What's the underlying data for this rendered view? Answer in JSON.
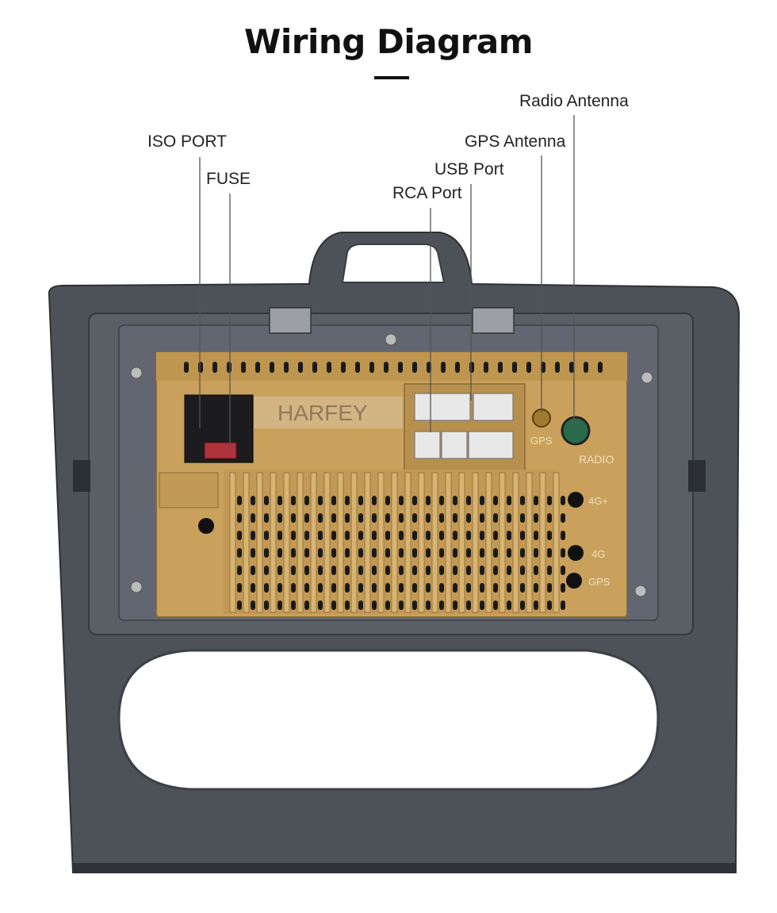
{
  "header": {
    "title": "Wiring Diagram"
  },
  "labels": {
    "iso_port": "ISO PORT",
    "fuse": "FUSE",
    "rca_port": "RCA Port",
    "usb_port": "USB Port",
    "gps_antenna": "GPS  Antenna",
    "radio_antenna": "Radio Antenna"
  },
  "unit_markings": {
    "brand": "HARFEY",
    "gps": "GPS",
    "radio": "RADIO",
    "4g_plus": "4G+",
    "4g": "4G",
    "gps_hole": "GPS"
  },
  "colors": {
    "frame": "#4d5158",
    "metal_case": "#c9a15c",
    "background": "#ffffff",
    "text": "#222222"
  }
}
